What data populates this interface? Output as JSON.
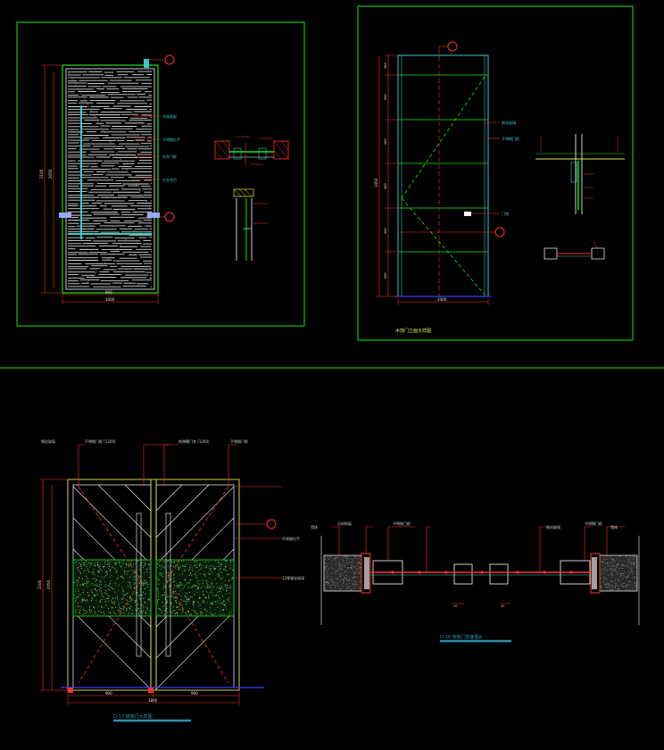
{
  "colors": {
    "background": "#000000",
    "frame": "#19e619",
    "door_outline": "#ffffff",
    "wood": "#e6e6e6",
    "glass": "#3cc8c8",
    "dimension": "#ff3030",
    "leader": "#ff3030",
    "hatch": "#1fd31f",
    "glass_edge": "#e8e84a",
    "baseline": "#3a3aff",
    "title_underline": "#2e8fb0"
  },
  "drawings": {
    "d1": {
      "dims": {
        "overall_height": "2100",
        "inner_height": "2050",
        "width_top": "900",
        "width_bottom": "1000"
      },
      "notes": [
        "木饰面板",
        "不锈钢拉手",
        "实木门框",
        "五金合页"
      ]
    },
    "d2": {
      "title": "木饰门立面大样图",
      "dims": [
        "1450",
        "480",
        "480",
        "480",
        "480",
        "480",
        "480"
      ],
      "width": "1000",
      "notes": [
        "钢化玻璃",
        "不锈钢门框",
        "门锁"
      ]
    },
    "d3": {
      "title": "D-17  玻璃门大样图",
      "dims_left": [
        "2100",
        "2050"
      ],
      "dims_bottom": [
        "900",
        "900",
        "1800"
      ],
      "labels_top": [
        "钢化玻璃",
        "不锈钢门框 (1200)",
        "地弹簧门夹 (1200)",
        "不锈钢门框"
      ],
      "labels_right": [
        "不锈钢拉手",
        "12厚钢化玻璃"
      ]
    },
    "d4": {
      "title": "D-18  玻璃门剖面图A",
      "labels": [
        "墙体",
        "石材饰面",
        "不锈钢门框",
        "钢化玻璃",
        "不锈钢门框",
        "墙体"
      ],
      "small": [
        "20",
        "20"
      ]
    }
  }
}
